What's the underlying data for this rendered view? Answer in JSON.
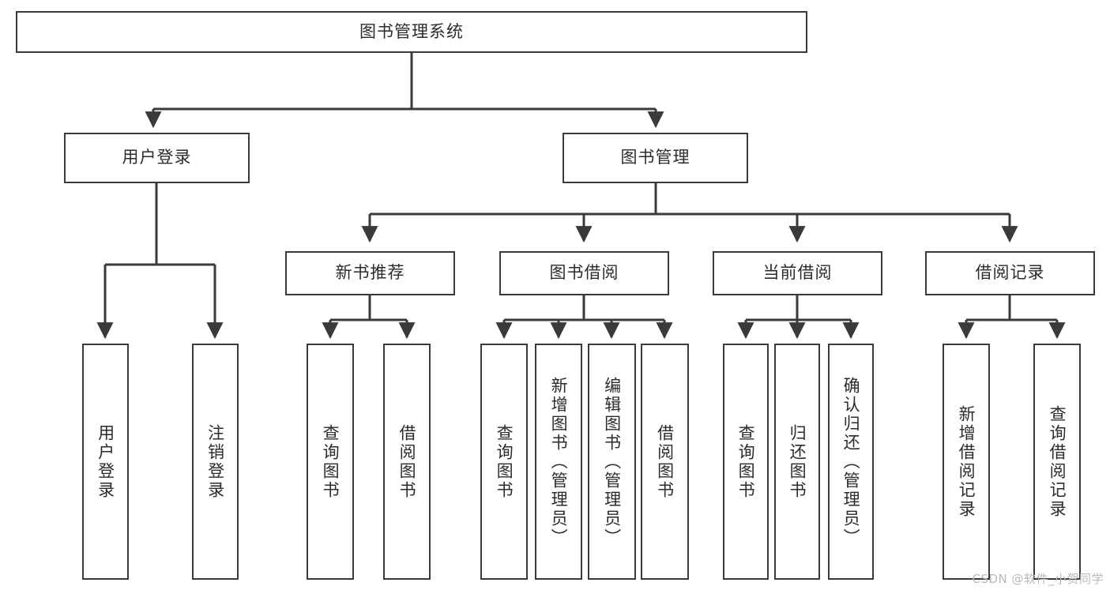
{
  "diagram": {
    "title": "图书管理系统",
    "watermark": "CSDN @软件_小贺同学",
    "colors": {
      "box_border": "#3a3a3a",
      "edge": "#3a3a3a",
      "background": "#ffffff",
      "text": "#2b2b2b",
      "watermark": "#b9b9b9"
    },
    "root": {
      "label": "图书管理系统"
    },
    "level1": [
      {
        "label": "用户登录"
      },
      {
        "label": "图书管理"
      }
    ],
    "level2": [
      {
        "label": "新书推荐"
      },
      {
        "label": "图书借阅"
      },
      {
        "label": "当前借阅"
      },
      {
        "label": "借阅记录"
      }
    ],
    "leaves_user_login": [
      {
        "label": "用户登录"
      },
      {
        "label": "注销登录"
      }
    ],
    "leaves_new_book": [
      {
        "label": "查询图书"
      },
      {
        "label": "借阅图书"
      }
    ],
    "leaves_borrow": [
      {
        "label": "查询图书"
      },
      {
        "label": "新增图书（管理员）"
      },
      {
        "label": "编辑图书（管理员）"
      },
      {
        "label": "借阅图书"
      }
    ],
    "leaves_current": [
      {
        "label": "查询图书"
      },
      {
        "label": "归还图书"
      },
      {
        "label": "确认归还（管理员）"
      }
    ],
    "leaves_records": [
      {
        "label": "新增借阅记录"
      },
      {
        "label": "查询借阅记录"
      }
    ]
  }
}
